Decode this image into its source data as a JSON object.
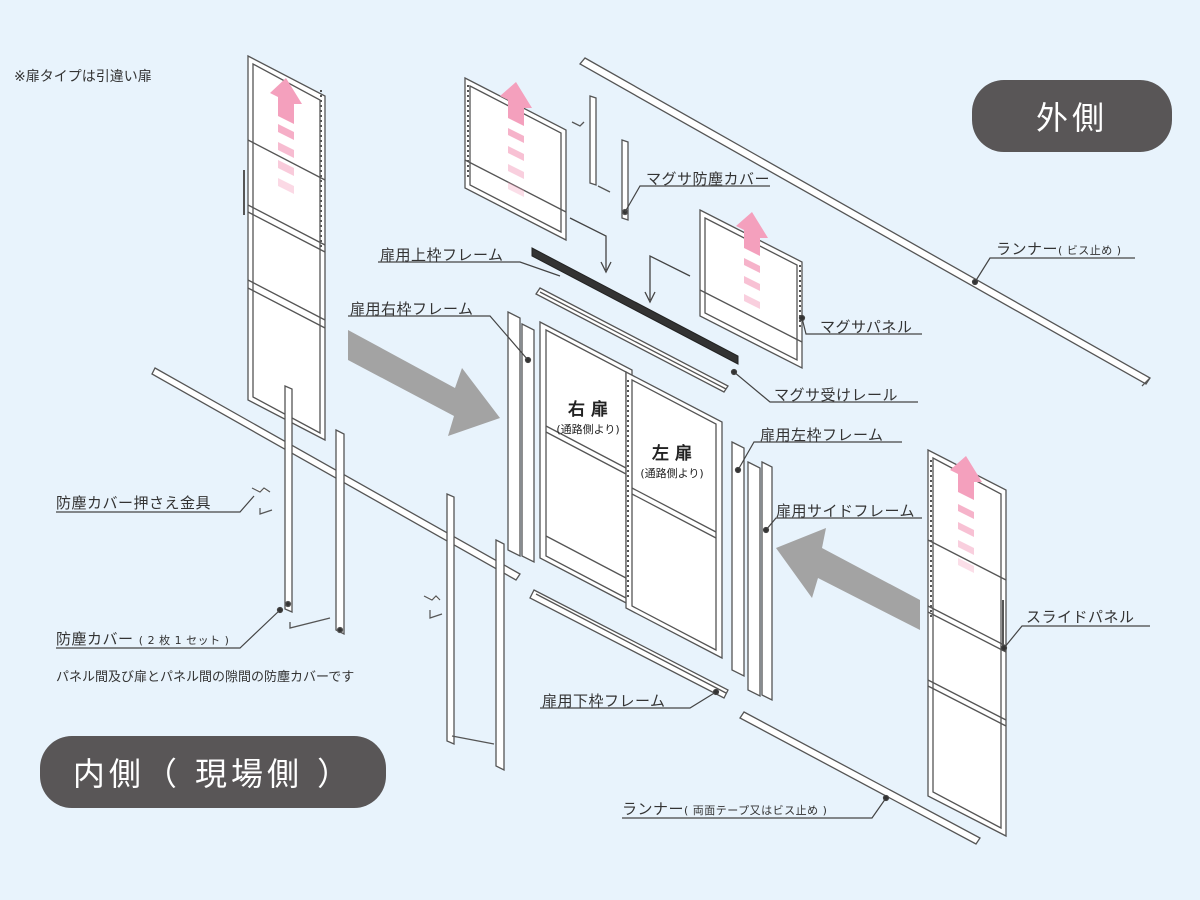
{
  "note_top": "※扉タイプは引違い扉",
  "side_outer": "外側",
  "side_inner": "内側（ 現場側 ）",
  "doors": {
    "right": {
      "title": "右 扉",
      "sub": "(通路側より)"
    },
    "left": {
      "title": "左 扉",
      "sub": "(通路側より)"
    }
  },
  "labels": {
    "magusa_cover": "マグサ防塵カバー",
    "runner_top": "ランナー",
    "runner_top_note": "( ビス止め )",
    "top_frame": "扉用上枠フレーム",
    "right_frame": "扉用右枠フレーム",
    "magusa_panel": "マグサパネル",
    "magusa_rail": "マグサ受けレール",
    "left_frame": "扉用左枠フレーム",
    "side_frame": "扉用サイドフレーム",
    "dust_bracket": "防塵カバー押さえ金具",
    "slide_panel": "スライドパネル",
    "dust_cover": "防塵カバー",
    "dust_cover_qty": "( 2 枚 1 セット )",
    "dust_cover_desc": "パネル間及び扉とパネル間の隙間の防塵カバーです",
    "bottom_frame": "扉用下枠フレーム",
    "runner_bottom": "ランナー",
    "runner_bottom_note": "( 両面テープ又はビス止め )"
  },
  "colors": {
    "background": "#e8f3fc",
    "pill": "#595657",
    "arrow_pink": "#f4a0bd",
    "big_arrow": "#a3a3a3",
    "line": "#555555"
  }
}
